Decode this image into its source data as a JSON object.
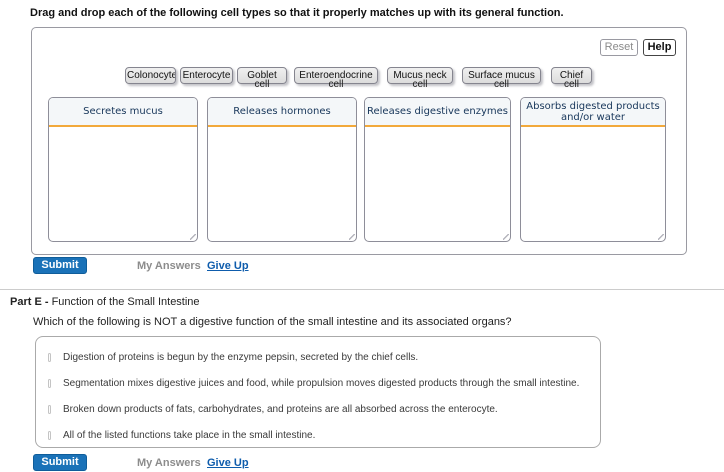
{
  "activity": {
    "instruction": "Drag and drop each of the following cell types so that it properly matches up with its general function.",
    "reset_label": "Reset",
    "help_label": "Help",
    "chips": [
      {
        "line1": "Colonocyte",
        "line2": ""
      },
      {
        "line1": "Enterocyte",
        "line2": ""
      },
      {
        "line1": "Goblet",
        "line2": "cell"
      },
      {
        "line1": "Enteroendocrine",
        "line2": "cell"
      },
      {
        "line1": "Mucus neck",
        "line2": "cell"
      },
      {
        "line1": "Surface mucus",
        "line2": "cell"
      },
      {
        "line1": "Chief",
        "line2": "cell"
      }
    ],
    "bins": [
      {
        "label": "Secretes mucus"
      },
      {
        "label": "Releases hormones"
      },
      {
        "label": "Releases digestive enzymes"
      },
      {
        "label": "Absorbs digested products and/or water"
      }
    ],
    "submit_label": "Submit",
    "my_answers_label": "My Answers",
    "give_up_label": "Give Up"
  },
  "part_e": {
    "title_prefix": "Part E - ",
    "title": "Function of the Small Intestine",
    "question": "Which of the following is NOT a digestive function of the small intestine and its associated organs?",
    "options": [
      "Digestion of proteins is begun by the enzyme pepsin, secreted by the chief cells.",
      "Segmentation mixes digestive juices and food, while propulsion moves digested products through the small intestine.",
      "Broken down products of fats, carbohydrates, and proteins are all absorbed across the enterocyte.",
      "All of the listed functions take place in the small intestine."
    ],
    "submit_label": "Submit",
    "my_answers_label": "My Answers",
    "give_up_label": "Give Up"
  },
  "colors": {
    "accent_orange": "#f2a93b",
    "submit_blue": "#1a72b8",
    "link_blue": "#0e5cac",
    "bin_header_text": "#17365a",
    "disabled_gray": "#8c8c8c"
  }
}
